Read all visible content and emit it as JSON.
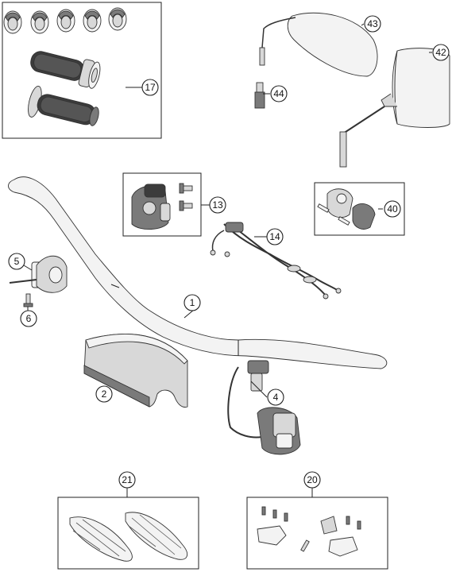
{
  "callouts": {
    "c1": "1",
    "c2": "2",
    "c4": "4",
    "c5": "5",
    "c6": "6",
    "c13": "13",
    "c14": "14",
    "c17": "17",
    "c20": "20",
    "c21": "21",
    "c40": "40",
    "c42": "42",
    "c43": "43",
    "c44": "44"
  },
  "icons": {
    "handlebar": "handlebar-tube",
    "pad": "handlebar-pad",
    "clamp": "handlebar-clamp",
    "screw": "screw",
    "switch": "handlebar-switch",
    "cable": "throttle-cable",
    "grip": "handlebar-grip",
    "mirror": "mirror",
    "handguard": "hand-guard"
  }
}
